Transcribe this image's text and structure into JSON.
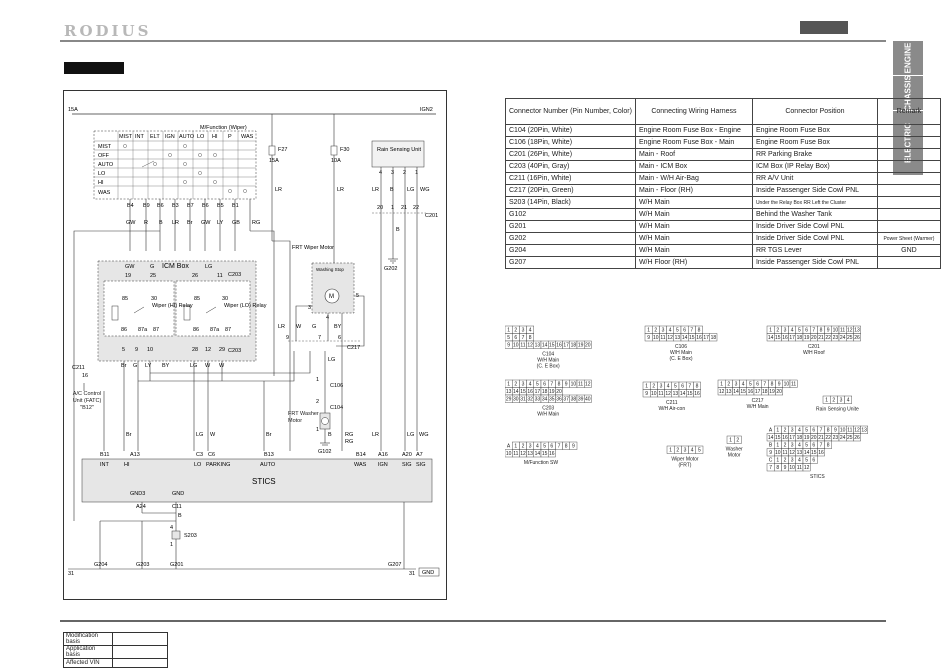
{
  "header": {
    "logo": "RODIUS"
  },
  "side_tabs": [
    "ENGINE",
    "CHASSIS",
    "ELECTRIC"
  ],
  "diagram": {
    "power": {
      "left": "15A",
      "right": "IGN2"
    },
    "fuses": [
      {
        "id": "F27",
        "rating": "15A"
      },
      {
        "id": "F30",
        "rating": "10A"
      }
    ],
    "switch": {
      "title": "M/Function (Wiper)",
      "columns": [
        "MIST",
        "INT",
        "ELT",
        "IGN",
        "AUTO",
        "LO",
        "HI",
        "P",
        "WAS"
      ],
      "rows": [
        "MIST",
        "OFF",
        "AUTO",
        "LO",
        "HI",
        "WAS"
      ],
      "pins": [
        "B4",
        "B9",
        "B6",
        "B3",
        "B7",
        "B6",
        "B5",
        "B1"
      ],
      "wires": [
        "GW",
        "R",
        "B",
        "LR",
        "Br",
        "GW",
        "LY",
        "GB",
        "RG"
      ]
    },
    "rain_unit": {
      "title": "Rain Sensing Unit",
      "pins": [
        "4",
        "3",
        "2",
        "1"
      ],
      "conn_pins": [
        "20",
        "1",
        "21",
        "22"
      ],
      "conn": "C201",
      "wires": [
        "LR",
        "B",
        "LG",
        "WG"
      ]
    },
    "icm": {
      "title": "ICM Box",
      "conn_top": "C203",
      "conn_bottom": "C203",
      "top_pins": [
        "19",
        "25",
        "26",
        "11"
      ],
      "mid_pins": [
        "85",
        "30",
        "85",
        "30"
      ],
      "relay_pins": [
        "86",
        "87a",
        "87",
        "86",
        "87a",
        "87"
      ],
      "bottom_pins": [
        "5",
        "9",
        "10",
        "28",
        "12",
        "29"
      ],
      "relay_hi": "Wiper (HI) Relay",
      "relay_lo": "Wiper (LO) Relay",
      "top_wires": [
        "GW",
        "G",
        "LG"
      ],
      "bottom_wires": [
        "Br",
        "G",
        "LY",
        "BY",
        "LG",
        "W",
        "W"
      ]
    },
    "wiper_motor": {
      "title": "FRT Wiper Motor",
      "label": "Washing Stop",
      "motor": "M",
      "pins": [
        "3",
        "4",
        "5"
      ],
      "conn_pins": [
        "9",
        "7",
        "6"
      ],
      "conn": "C217",
      "wires": [
        "LR",
        "W",
        "G",
        "BY"
      ]
    },
    "ground_mid": {
      "id": "G202",
      "wire": "B"
    },
    "fatc": {
      "conn": "C211",
      "pin": "16",
      "label": "A/C Control Unit (FATC) \"B12\""
    },
    "washer": {
      "title": "FRT Washer Motor",
      "conn1": "C106",
      "conn2": "C104",
      "pins": [
        "1",
        "2",
        "1"
      ],
      "ground": "G102",
      "wires": [
        "LG",
        "B",
        "RG"
      ]
    },
    "stics": {
      "title": "STICS",
      "top_pins": [
        "B11",
        "A13",
        "C3",
        "C6",
        "B13",
        "B14",
        "A16",
        "A20",
        "A7"
      ],
      "top_labels": [
        "INT",
        "HI",
        "LO",
        "PARKING",
        "AUTO",
        "WAS",
        "IGN",
        "SIG",
        "SIG"
      ],
      "top_wires": [
        "Br",
        "LG",
        "W",
        "Br",
        "RG",
        "LR",
        "LG",
        "WG"
      ],
      "bottom_pins": [
        "A24",
        "C11"
      ],
      "bottom_labels": [
        "GND3",
        "GND"
      ]
    },
    "splice": {
      "id": "S203",
      "pins": [
        "4",
        "1"
      ],
      "wire": "B"
    },
    "bus": {
      "left": "31",
      "right": "31",
      "label": "GND"
    },
    "grounds": [
      "G204",
      "G203",
      "G201",
      "G207"
    ]
  },
  "table": {
    "headers": [
      "Connector Number (Pin Number, Color)",
      "Connecting Wiring Harness",
      "Connector Position",
      "Remark"
    ],
    "rows": [
      [
        "C104 (20Pin, White)",
        "Engine Room Fuse Box - Engine",
        "Engine Room Fuse Box",
        ""
      ],
      [
        "C106 (18Pin, White)",
        "Engine Room Fuse Box - Main",
        "Engine Room Fuse Box",
        ""
      ],
      [
        "C201 (26Pin, White)",
        "Main - Roof",
        "RR Parking Brake",
        ""
      ],
      [
        "C203 (40Pin, Gray)",
        "Main - ICM Box",
        "ICM Box (IP Relay Box)",
        ""
      ],
      [
        "C211 (16Pin, White)",
        "Main - W/H Air-Bag",
        "RR A/V Unit",
        ""
      ],
      [
        "C217 (20Pin, Green)",
        "Main - Floor (RH)",
        "Inside Passenger Side Cowl PNL",
        ""
      ],
      [
        "S203 (14Pin, Black)",
        "W/H Main",
        "Under the Relay Box RR Left the Cluster",
        ""
      ],
      [
        "G102",
        "W/H Main",
        "Behind the Washer Tank",
        ""
      ],
      [
        "G201",
        "W/H Main",
        "Inside Driver Side Cowl PNL",
        ""
      ],
      [
        "G202",
        "W/H Main",
        "Inside Driver Side Cowl PNL",
        "Power Sheet (Warmer)"
      ],
      [
        "G204",
        "W/H Main",
        "RR TGS Lever",
        "GND"
      ],
      [
        "G207",
        "W/H Floor (RH)",
        "Inside Passenger Side Cowl PNL",
        ""
      ]
    ]
  },
  "connectors": [
    {
      "name": "C104",
      "line1": "W/H Main",
      "line2": "(C. E Box)",
      "rows": [
        [
          "1",
          "2",
          "3",
          "4"
        ],
        [
          "5",
          "6",
          "7",
          "8"
        ],
        [
          "9",
          "10",
          "11",
          "12",
          "13",
          "14",
          "15",
          "16",
          "17",
          "18",
          "19",
          "20"
        ]
      ]
    },
    {
      "name": "C106",
      "line1": "W/H Main",
      "line2": "(C. E Box)",
      "rows": [
        [
          "1",
          "2",
          "3",
          "4",
          "5",
          "6",
          "7",
          "8"
        ],
        [
          "9",
          "10",
          "11",
          "12",
          "13",
          "14",
          "15",
          "16",
          "17",
          "18"
        ]
      ]
    },
    {
      "name": "C201",
      "line1": "W/H Roof",
      "line2": "",
      "rows": [
        [
          "1",
          "2",
          "3",
          "4",
          "5",
          "6",
          "7",
          "8",
          "9",
          "10",
          "11",
          "12",
          "13"
        ],
        [
          "14",
          "15",
          "16",
          "17",
          "18",
          "19",
          "20",
          "21",
          "22",
          "23",
          "24",
          "25",
          "26"
        ]
      ]
    },
    {
      "name": "C203",
      "line1": "W/H Main",
      "line2": "",
      "rows": [
        [
          "1",
          "2",
          "3",
          "4",
          "5",
          "6",
          "7",
          "8",
          "9",
          "10",
          "11",
          "12"
        ],
        [
          "13",
          "14",
          "15",
          "16",
          "17",
          "18",
          "19",
          "20"
        ],
        [
          "29",
          "30",
          "31",
          "32",
          "33",
          "34",
          "35",
          "36",
          "37",
          "38",
          "39",
          "40"
        ]
      ]
    },
    {
      "name": "C211",
      "line1": "W/H Air-con",
      "line2": "",
      "rows": [
        [
          "1",
          "2",
          "3",
          "4",
          "5",
          "6",
          "7",
          "8"
        ],
        [
          "9",
          "10",
          "11",
          "12",
          "13",
          "14",
          "15",
          "16"
        ]
      ]
    },
    {
      "name": "C217",
      "line1": "W/H Main",
      "line2": "",
      "rows": [
        [
          "1",
          "2",
          "3",
          "4",
          "5",
          "6",
          "7",
          "8",
          "9",
          "10",
          "11"
        ],
        [
          "12",
          "13",
          "14",
          "15",
          "16",
          "17",
          "18",
          "19",
          "20"
        ]
      ]
    },
    {
      "name": "Rain Sensing Unite",
      "line1": "",
      "line2": "",
      "rows": [
        [
          "1",
          "2",
          "3",
          "4"
        ]
      ]
    },
    {
      "name": "M/Function SW",
      "line1": "",
      "line2": "",
      "rows": [
        [
          "A",
          "1",
          "2",
          "3",
          "4",
          "5",
          "6",
          "7",
          "8",
          "9"
        ],
        [
          "10",
          "11",
          "12",
          "13",
          "14",
          "15",
          "16"
        ]
      ]
    },
    {
      "name": "Wiper Motor",
      "line1": "(FRT)",
      "line2": "",
      "rows": [
        [
          "1",
          "2",
          "3",
          "4",
          "5"
        ]
      ]
    },
    {
      "name": "Washer",
      "line1": "Motor",
      "line2": "",
      "rows": [
        [
          "1",
          "2"
        ]
      ]
    },
    {
      "name": "STICS",
      "line1": "",
      "line2": "",
      "rows": [
        [
          "A",
          "1",
          "2",
          "3",
          "4",
          "5",
          "6",
          "7",
          "8",
          "9",
          "10",
          "11",
          "12",
          "13"
        ],
        [
          "14",
          "15",
          "16",
          "17",
          "18",
          "19",
          "20",
          "21",
          "22",
          "23",
          "24",
          "25",
          "26"
        ],
        [
          "B",
          "1",
          "2",
          "3",
          "4",
          "5",
          "6",
          "7",
          "8"
        ],
        [
          "9",
          "10",
          "11",
          "12",
          "13",
          "14",
          "15",
          "16"
        ],
        [
          "C",
          "1",
          "2",
          "3",
          "4",
          "5",
          "6"
        ],
        [
          "7",
          "8",
          "9",
          "10",
          "11",
          "12"
        ]
      ]
    }
  ],
  "footer": {
    "rows": [
      "Modification basis",
      "Application basis",
      "Affected VIN"
    ]
  }
}
